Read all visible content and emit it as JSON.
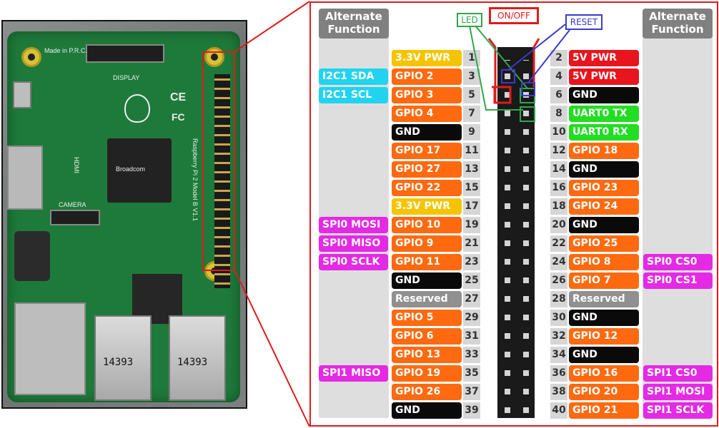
{
  "photo": {
    "usb_labels": [
      "14393",
      "14393"
    ],
    "silkscreen": [
      "Made in P.R.C.",
      "DISPLAY",
      "HDMI",
      "CAMERA",
      "Raspberry Pi 2 Model B V1.1",
      "Broadcom",
      "CE",
      "FC"
    ]
  },
  "colors": {
    "power33": "#f5c400",
    "power5": "#e8141e",
    "ground": "#0a0a0a",
    "gpio": "#ff6a10",
    "uart": "#22dd22",
    "reserved": "#909090",
    "i2c": "#22d3f0",
    "spi": "#e42ae4",
    "header_label_bg": "#808080",
    "highlight_red": "#e01b1b",
    "led_green": "#2fa84a",
    "reset_blue": "#3a3ac8"
  },
  "headers": {
    "left": "Alternate Function",
    "right": "Alternate Function"
  },
  "callouts": {
    "on_off": "ON/OFF",
    "led": "LED",
    "reset": "RESET"
  },
  "pins": [
    {
      "left_alt": "",
      "left_alt_type": "",
      "left_label": "3.3V PWR",
      "left_type": "power33",
      "left_num": "1",
      "right_num": "2",
      "right_label": "5V PWR",
      "right_type": "power5",
      "right_alt": "",
      "right_alt_type": ""
    },
    {
      "left_alt": "I2C1 SDA",
      "left_alt_type": "i2c",
      "left_label": "GPIO 2",
      "left_type": "gpio",
      "left_num": "3",
      "right_num": "4",
      "right_label": "5V PWR",
      "right_type": "power5",
      "right_alt": "",
      "right_alt_type": ""
    },
    {
      "left_alt": "I2C1 SCL",
      "left_alt_type": "i2c",
      "left_label": "GPIO 3",
      "left_type": "gpio",
      "left_num": "5",
      "right_num": "6",
      "right_label": "GND",
      "right_type": "ground",
      "right_alt": "",
      "right_alt_type": ""
    },
    {
      "left_alt": "",
      "left_alt_type": "",
      "left_label": "GPIO 4",
      "left_type": "gpio",
      "left_num": "7",
      "right_num": "8",
      "right_label": "UART0 TX",
      "right_type": "uart",
      "right_alt": "",
      "right_alt_type": ""
    },
    {
      "left_alt": "",
      "left_alt_type": "",
      "left_label": "GND",
      "left_type": "ground",
      "left_num": "9",
      "right_num": "10",
      "right_label": "UART0 RX",
      "right_type": "uart",
      "right_alt": "",
      "right_alt_type": ""
    },
    {
      "left_alt": "",
      "left_alt_type": "",
      "left_label": "GPIO 17",
      "left_type": "gpio",
      "left_num": "11",
      "right_num": "12",
      "right_label": "GPIO 18",
      "right_type": "gpio",
      "right_alt": "",
      "right_alt_type": ""
    },
    {
      "left_alt": "",
      "left_alt_type": "",
      "left_label": "GPIO 27",
      "left_type": "gpio",
      "left_num": "13",
      "right_num": "14",
      "right_label": "GND",
      "right_type": "ground",
      "right_alt": "",
      "right_alt_type": ""
    },
    {
      "left_alt": "",
      "left_alt_type": "",
      "left_label": "GPIO 22",
      "left_type": "gpio",
      "left_num": "15",
      "right_num": "16",
      "right_label": "GPIO 23",
      "right_type": "gpio",
      "right_alt": "",
      "right_alt_type": ""
    },
    {
      "left_alt": "",
      "left_alt_type": "",
      "left_label": "3.3V PWR",
      "left_type": "power33",
      "left_num": "17",
      "right_num": "18",
      "right_label": "GPIO 24",
      "right_type": "gpio",
      "right_alt": "",
      "right_alt_type": ""
    },
    {
      "left_alt": "SPI0 MOSI",
      "left_alt_type": "spi",
      "left_label": "GPIO 10",
      "left_type": "gpio",
      "left_num": "19",
      "right_num": "20",
      "right_label": "GND",
      "right_type": "ground",
      "right_alt": "",
      "right_alt_type": ""
    },
    {
      "left_alt": "SPI0 MISO",
      "left_alt_type": "spi",
      "left_label": "GPIO 9",
      "left_type": "gpio",
      "left_num": "21",
      "right_num": "22",
      "right_label": "GPIO 25",
      "right_type": "gpio",
      "right_alt": "",
      "right_alt_type": ""
    },
    {
      "left_alt": "SPI0 SCLK",
      "left_alt_type": "spi",
      "left_label": "GPIO 11",
      "left_type": "gpio",
      "left_num": "23",
      "right_num": "24",
      "right_label": "GPIO 8",
      "right_type": "gpio",
      "right_alt": "SPI0 CS0",
      "right_alt_type": "spi"
    },
    {
      "left_alt": "",
      "left_alt_type": "",
      "left_label": "GND",
      "left_type": "ground",
      "left_num": "25",
      "right_num": "26",
      "right_label": "GPIO 7",
      "right_type": "gpio",
      "right_alt": "SPI0 CS1",
      "right_alt_type": "spi"
    },
    {
      "left_alt": "",
      "left_alt_type": "",
      "left_label": "Reserved",
      "left_type": "reserved",
      "left_num": "27",
      "right_num": "28",
      "right_label": "Reserved",
      "right_type": "reserved",
      "right_alt": "",
      "right_alt_type": ""
    },
    {
      "left_alt": "",
      "left_alt_type": "",
      "left_label": "GPIO 5",
      "left_type": "gpio",
      "left_num": "29",
      "right_num": "30",
      "right_label": "GND",
      "right_type": "ground",
      "right_alt": "",
      "right_alt_type": ""
    },
    {
      "left_alt": "",
      "left_alt_type": "",
      "left_label": "GPIO 6",
      "left_type": "gpio",
      "left_num": "31",
      "right_num": "32",
      "right_label": "GPIO 12",
      "right_type": "gpio",
      "right_alt": "",
      "right_alt_type": ""
    },
    {
      "left_alt": "",
      "left_alt_type": "",
      "left_label": "GPIO 13",
      "left_type": "gpio",
      "left_num": "33",
      "right_num": "34",
      "right_label": "GND",
      "right_type": "ground",
      "right_alt": "",
      "right_alt_type": ""
    },
    {
      "left_alt": "SPI1 MISO",
      "left_alt_type": "spi",
      "left_label": "GPIO 19",
      "left_type": "gpio",
      "left_num": "35",
      "right_num": "36",
      "right_label": "GPIO 16",
      "right_type": "gpio",
      "right_alt": "SPI1 CS0",
      "right_alt_type": "spi"
    },
    {
      "left_alt": "",
      "left_alt_type": "",
      "left_label": "GPIO 26",
      "left_type": "gpio",
      "left_num": "37",
      "right_num": "38",
      "right_label": "GPIO 20",
      "right_type": "gpio",
      "right_alt": "SPI1 MOSI",
      "right_alt_type": "spi"
    },
    {
      "left_alt": "",
      "left_alt_type": "",
      "left_label": "GND",
      "left_type": "ground",
      "left_num": "39",
      "right_num": "40",
      "right_label": "GPIO 21",
      "right_type": "gpio",
      "right_alt": "SPI1 SCLK",
      "right_alt_type": "spi"
    }
  ]
}
